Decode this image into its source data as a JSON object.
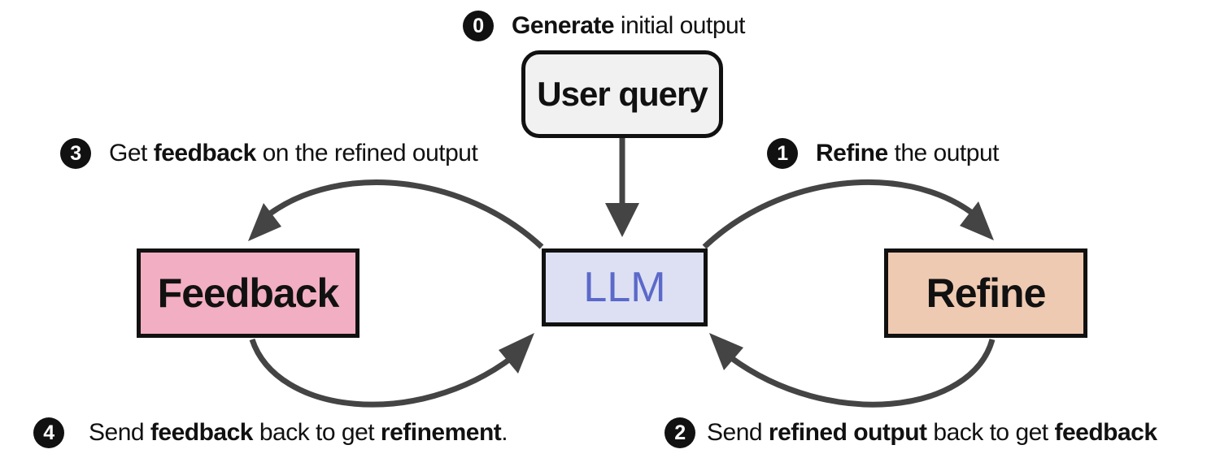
{
  "colors": {
    "arrow": "#444444",
    "llm_text": "#5b6ac9",
    "llm_fill": "#dde0f3",
    "feedback_fill": "#f2aec2",
    "refine_fill": "#efcab2",
    "query_fill": "#f1f1f1"
  },
  "nodes": {
    "user_query": "User query",
    "llm": "LLM",
    "feedback": "Feedback",
    "refine": "Refine"
  },
  "steps": {
    "s0": {
      "badge": "0",
      "bold": "Generate",
      "rest": " initial output"
    },
    "s1": {
      "badge": "1",
      "bold": "Refine",
      "rest": " the output"
    },
    "s2": {
      "badge": "2",
      "pre": "Send ",
      "bold1": "refined output",
      "mid": " back to get ",
      "bold2": "feedback"
    },
    "s3": {
      "badge": "3",
      "pre": "Get ",
      "bold": "feedback",
      "rest": " on the refined output"
    },
    "s4": {
      "badge": "4",
      "pre": "Send ",
      "bold1": "feedback",
      "mid": " back to get ",
      "bold2": "refinement",
      "end": "."
    }
  }
}
